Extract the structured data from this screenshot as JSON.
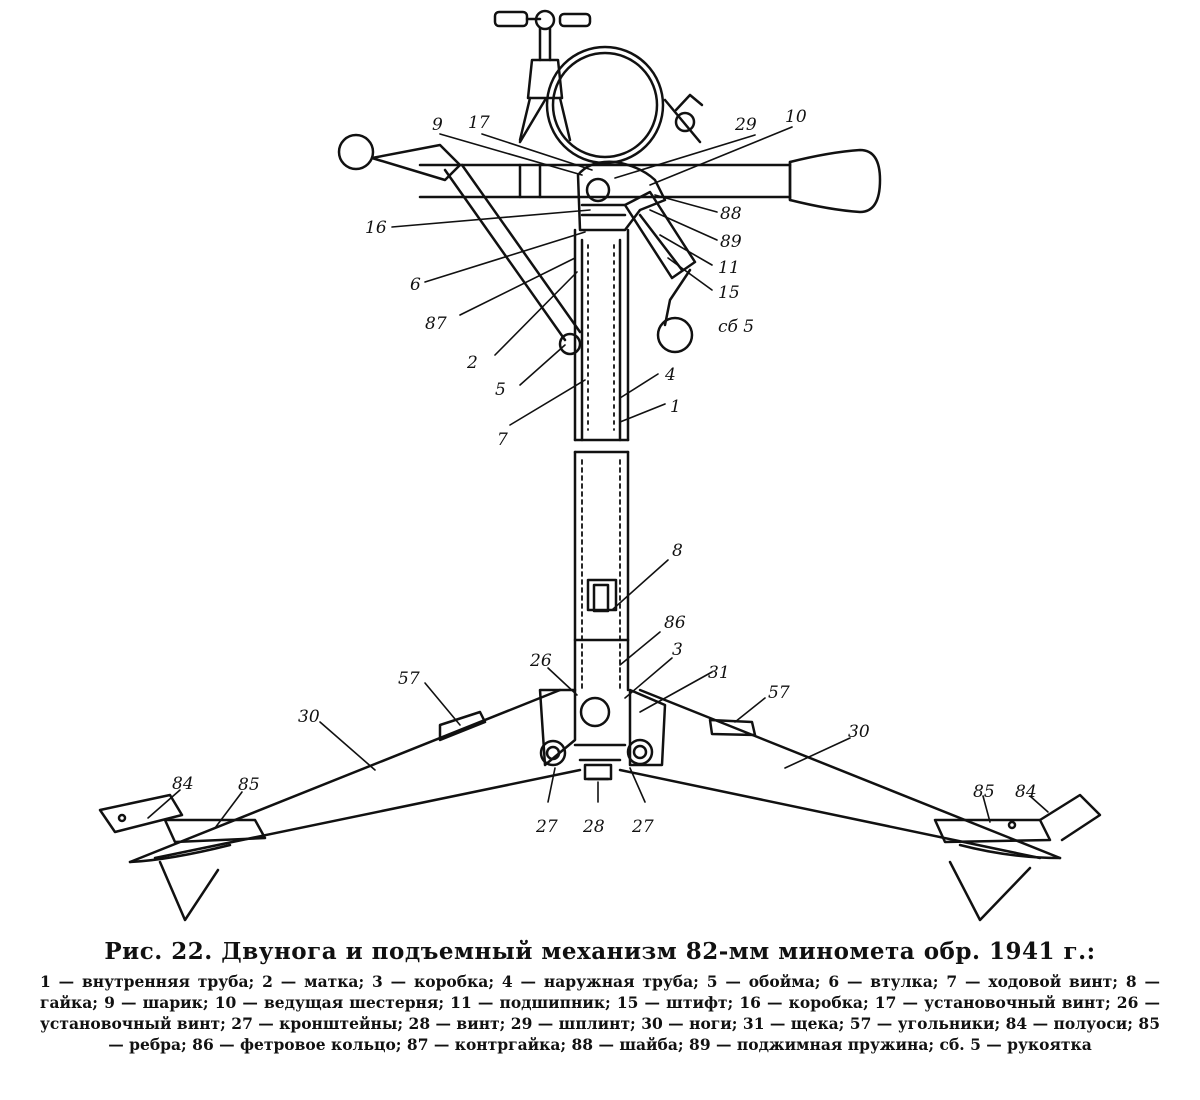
{
  "figure": {
    "callouts": [
      {
        "id": "c9",
        "text": "9"
      },
      {
        "id": "c17",
        "text": "17"
      },
      {
        "id": "c29",
        "text": "29"
      },
      {
        "id": "c10",
        "text": "10"
      },
      {
        "id": "c88",
        "text": "88"
      },
      {
        "id": "c16",
        "text": "16"
      },
      {
        "id": "c89",
        "text": "89"
      },
      {
        "id": "c6",
        "text": "6"
      },
      {
        "id": "c11",
        "text": "11"
      },
      {
        "id": "c15",
        "text": "15"
      },
      {
        "id": "c87",
        "text": "87"
      },
      {
        "id": "csb5",
        "text": "сб 5"
      },
      {
        "id": "c2",
        "text": "2"
      },
      {
        "id": "c5",
        "text": "5"
      },
      {
        "id": "c4",
        "text": "4"
      },
      {
        "id": "c1",
        "text": "1"
      },
      {
        "id": "c7",
        "text": "7"
      },
      {
        "id": "c8",
        "text": "8"
      },
      {
        "id": "c86",
        "text": "86"
      },
      {
        "id": "c26",
        "text": "26"
      },
      {
        "id": "c3",
        "text": "3"
      },
      {
        "id": "c31",
        "text": "31"
      },
      {
        "id": "c57l",
        "text": "57"
      },
      {
        "id": "c57r",
        "text": "57"
      },
      {
        "id": "c30l",
        "text": "30"
      },
      {
        "id": "c30r",
        "text": "30"
      },
      {
        "id": "c84l",
        "text": "84"
      },
      {
        "id": "c85l",
        "text": "85"
      },
      {
        "id": "c85r",
        "text": "85"
      },
      {
        "id": "c84r",
        "text": "84"
      },
      {
        "id": "c27l",
        "text": "27"
      },
      {
        "id": "c28",
        "text": "28"
      },
      {
        "id": "c27r",
        "text": "27"
      }
    ]
  },
  "caption": {
    "title": "Рис. 22. Двунога и подъемный механизм 82-мм миномета обр. 1941 г.:",
    "legend": "1 — внутренняя труба; 2 — матка; 3 — коробка; 4 — наружная труба; 5 — обойма; 6 — втулка; 7 — ходовой винт; 8 — гайка; 9 — шарик; 10 — ведущая шестерня; 11 — подшипник; 15 — штифт; 16 — коробка; 17 — установочный винт; 26 — установочный винт; 27 — кронштейны; 28 — винт; 29 — шплинт; 30 — ноги; 31 — щека; 57 — угольники; 84 — полуоси; 85 — ребра; 86 — фетровое кольцо; 87 — контргайка; 88 — шайба; 89 — поджимная пружина; сб. 5 — рукоятка"
  }
}
